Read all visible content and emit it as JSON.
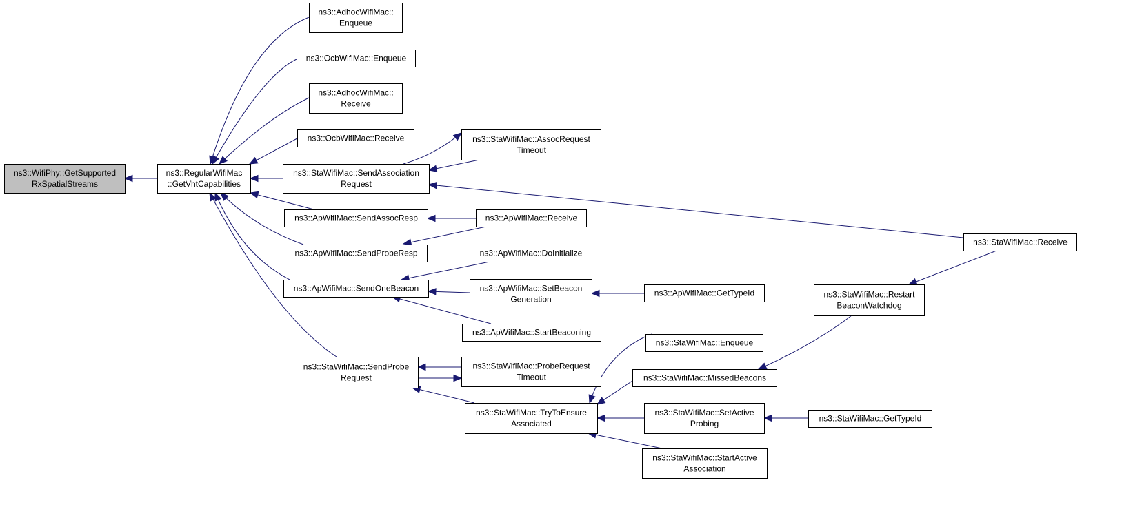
{
  "diagram": {
    "edge_color": "#191970",
    "root_fill": "#bfbfbf",
    "nodes": [
      {
        "id": "n0",
        "lines": [
          "ns3::WifiPhy::GetSupported",
          "RxSpatialStreams"
        ],
        "root": true
      },
      {
        "id": "n1",
        "lines": [
          "ns3::RegularWifiMac",
          "::GetVhtCapabilities"
        ]
      },
      {
        "id": "n2",
        "lines": [
          "ns3::AdhocWifiMac::",
          "Enqueue"
        ]
      },
      {
        "id": "n3",
        "lines": [
          "ns3::OcbWifiMac::Enqueue"
        ]
      },
      {
        "id": "n4",
        "lines": [
          "ns3::AdhocWifiMac::",
          "Receive"
        ]
      },
      {
        "id": "n5",
        "lines": [
          "ns3::OcbWifiMac::Receive"
        ]
      },
      {
        "id": "n6",
        "lines": [
          "ns3::StaWifiMac::SendAssociation",
          "Request"
        ]
      },
      {
        "id": "n7",
        "lines": [
          "ns3::ApWifiMac::SendAssocResp"
        ]
      },
      {
        "id": "n8",
        "lines": [
          "ns3::ApWifiMac::SendProbeResp"
        ]
      },
      {
        "id": "n9",
        "lines": [
          "ns3::ApWifiMac::SendOneBeacon"
        ]
      },
      {
        "id": "n10",
        "lines": [
          "ns3::StaWifiMac::SendProbe",
          "Request"
        ]
      },
      {
        "id": "n11",
        "lines": [
          "ns3::StaWifiMac::AssocRequest",
          "Timeout"
        ]
      },
      {
        "id": "n12",
        "lines": [
          "ns3::StaWifiMac::Receive"
        ]
      },
      {
        "id": "n13",
        "lines": [
          "ns3::ApWifiMac::Receive"
        ]
      },
      {
        "id": "n14",
        "lines": [
          "ns3::ApWifiMac::DoInitialize"
        ]
      },
      {
        "id": "n15",
        "lines": [
          "ns3::ApWifiMac::SetBeacon",
          "Generation"
        ]
      },
      {
        "id": "n16",
        "lines": [
          "ns3::ApWifiMac::GetTypeId"
        ]
      },
      {
        "id": "n17",
        "lines": [
          "ns3::ApWifiMac::StartBeaconing"
        ]
      },
      {
        "id": "n18",
        "lines": [
          "ns3::StaWifiMac::ProbeRequest",
          "Timeout"
        ]
      },
      {
        "id": "n19",
        "lines": [
          "ns3::StaWifiMac::TryToEnsure",
          "Associated"
        ]
      },
      {
        "id": "n20",
        "lines": [
          "ns3::StaWifiMac::Enqueue"
        ]
      },
      {
        "id": "n21",
        "lines": [
          "ns3::StaWifiMac::MissedBeacons"
        ]
      },
      {
        "id": "n22",
        "lines": [
          "ns3::StaWifiMac::SetActive",
          "Probing"
        ]
      },
      {
        "id": "n23",
        "lines": [
          "ns3::StaWifiMac::StartActive",
          "Association"
        ]
      },
      {
        "id": "n24",
        "lines": [
          "ns3::StaWifiMac::Restart",
          "BeaconWatchdog"
        ]
      },
      {
        "id": "n25",
        "lines": [
          "ns3::StaWifiMac::GetTypeId"
        ]
      }
    ],
    "edges": [
      {
        "from": "n1",
        "to": "n0"
      },
      {
        "from": "n2",
        "to": "n1"
      },
      {
        "from": "n3",
        "to": "n1"
      },
      {
        "from": "n4",
        "to": "n1"
      },
      {
        "from": "n5",
        "to": "n1"
      },
      {
        "from": "n6",
        "to": "n1"
      },
      {
        "from": "n7",
        "to": "n1"
      },
      {
        "from": "n8",
        "to": "n1"
      },
      {
        "from": "n9",
        "to": "n1"
      },
      {
        "from": "n10",
        "to": "n1"
      },
      {
        "from": "n11",
        "to": "n6"
      },
      {
        "from": "n6",
        "to": "n11"
      },
      {
        "from": "n12",
        "to": "n6"
      },
      {
        "from": "n13",
        "to": "n7"
      },
      {
        "from": "n13",
        "to": "n8"
      },
      {
        "from": "n14",
        "to": "n9"
      },
      {
        "from": "n15",
        "to": "n9"
      },
      {
        "from": "n17",
        "to": "n9"
      },
      {
        "from": "n16",
        "to": "n15"
      },
      {
        "from": "n18",
        "to": "n10"
      },
      {
        "from": "n10",
        "to": "n18"
      },
      {
        "from": "n19",
        "to": "n10"
      },
      {
        "from": "n20",
        "to": "n19"
      },
      {
        "from": "n21",
        "to": "n19"
      },
      {
        "from": "n22",
        "to": "n19"
      },
      {
        "from": "n23",
        "to": "n19"
      },
      {
        "from": "n24",
        "to": "n21"
      },
      {
        "from": "n12",
        "to": "n24"
      },
      {
        "from": "n25",
        "to": "n22"
      }
    ]
  }
}
